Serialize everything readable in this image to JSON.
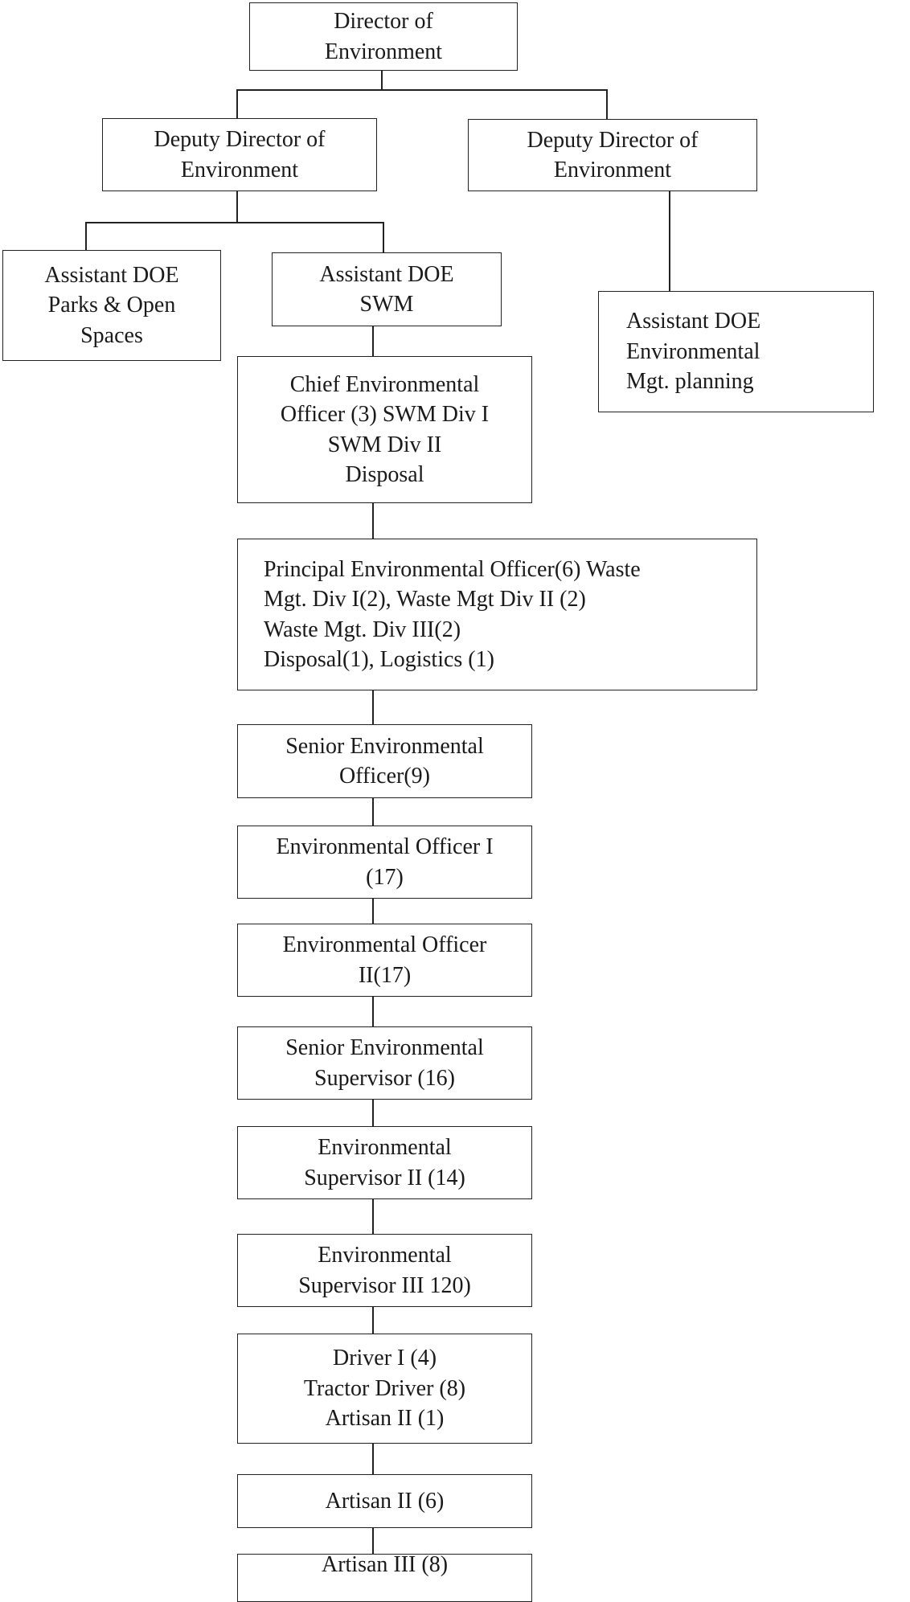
{
  "org_chart": {
    "director": {
      "lines": [
        "Director of",
        "Environment"
      ]
    },
    "deputy_left": {
      "lines": [
        "Deputy Director of",
        "Environment"
      ]
    },
    "deputy_right": {
      "lines": [
        "Deputy Director of",
        "Environment"
      ]
    },
    "assistant_parks": {
      "lines": [
        "Assistant DOE",
        "Parks & Open",
        "Spaces"
      ]
    },
    "assistant_swm": {
      "lines": [
        "Assistant DOE",
        "SWM"
      ]
    },
    "assistant_planning": {
      "lines": [
        "Assistant DOE",
        "Environmental",
        "Mgt. planning"
      ]
    },
    "chief_officer": {
      "lines": [
        "Chief Environmental",
        "Officer (3) SWM Div I",
        "SWM Div II",
        "Disposal"
      ]
    },
    "principal_officer": {
      "lines": [
        "Principal   Environmental   Officer(6)   Waste",
        "Mgt. Div I(2), Waste Mgt Div II (2)",
        "Waste Mgt. Div III(2)",
        "Disposal(1), Logistics (1)"
      ]
    },
    "senior_officer": {
      "lines": [
        "Senior Environmental",
        "Officer(9)"
      ]
    },
    "officer_1": {
      "lines": [
        "Environmental Officer I",
        "(17)"
      ]
    },
    "officer_2": {
      "lines": [
        "Environmental Officer",
        "II(17)"
      ]
    },
    "senior_supervisor": {
      "lines": [
        "Senior Environmental",
        "Supervisor (16)"
      ]
    },
    "supervisor_2": {
      "lines": [
        "Environmental",
        "Supervisor II (14)"
      ]
    },
    "supervisor_3": {
      "lines": [
        "Environmental",
        "Supervisor III 120)"
      ]
    },
    "drivers": {
      "lines": [
        "Driver I (4)",
        "Tractor Driver (8)",
        "Artisan II (1)"
      ]
    },
    "artisan_2": {
      "lines": [
        "Artisan II (6)"
      ]
    },
    "artisan_3": {
      "lines": [
        "Artisan III (8)"
      ]
    }
  }
}
